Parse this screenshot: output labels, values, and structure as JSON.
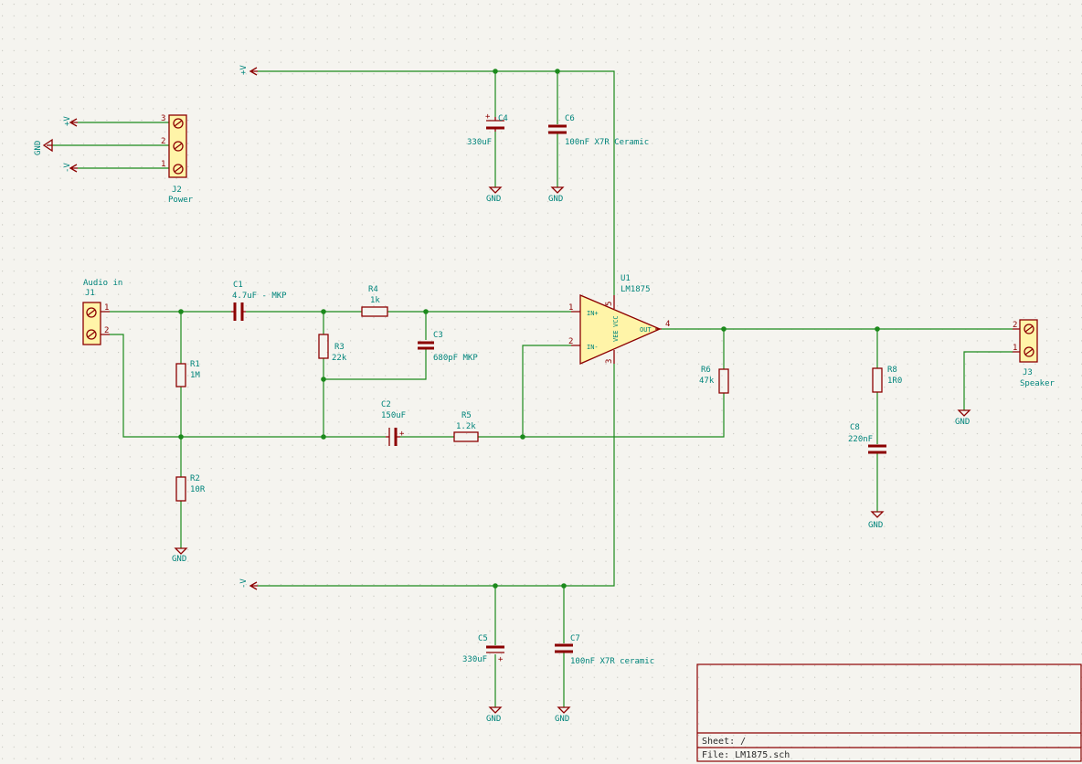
{
  "schematic": {
    "components": {
      "J1": {
        "ref": "J1",
        "value": "Audio in",
        "pin1": "1",
        "pin2": "2"
      },
      "J2": {
        "ref": "J2",
        "value": "Power",
        "pin1": "1",
        "pin2": "2",
        "pin3": "3"
      },
      "J3": {
        "ref": "J3",
        "value": "Speaker",
        "pin1": "1",
        "pin2": "2"
      },
      "U1": {
        "ref": "U1",
        "value": "LM1875",
        "in_plus": "IN+",
        "in_minus": "IN-",
        "out": "OUT",
        "vcc": "VCC",
        "vee": "VEE",
        "pin1": "1",
        "pin2": "2",
        "pin3": "3",
        "pin4": "4",
        "pin5": "5"
      },
      "C1": {
        "ref": "C1",
        "value": "4.7uF - MKP"
      },
      "C2": {
        "ref": "C2",
        "value": "150uF"
      },
      "C3": {
        "ref": "C3",
        "value": "680pF MKP"
      },
      "C4": {
        "ref": "C4",
        "value": "330uF"
      },
      "C5": {
        "ref": "C5",
        "value": "330uF"
      },
      "C6": {
        "ref": "C6",
        "value": "100nF X7R Ceramic"
      },
      "C7": {
        "ref": "C7",
        "value": "100nF X7R ceramic"
      },
      "C8": {
        "ref": "C8",
        "value": "220nF"
      },
      "R1": {
        "ref": "R1",
        "value": "1M"
      },
      "R2": {
        "ref": "R2",
        "value": "10R"
      },
      "R3": {
        "ref": "R3",
        "value": "22k"
      },
      "R4": {
        "ref": "R4",
        "value": "1k"
      },
      "R5": {
        "ref": "R5",
        "value": "1.2k"
      },
      "R6": {
        "ref": "R6",
        "value": "47k"
      },
      "R8": {
        "ref": "R8",
        "value": "1R0"
      }
    },
    "nets": {
      "gnd": "GND",
      "vpos": "+V",
      "vneg": "-V"
    },
    "polarity_mark": "+",
    "title_block": {
      "sheet_label": "Sheet: /",
      "file_label": "File: LM1875.sch"
    }
  },
  "colors": {
    "background": "#f5f4ef",
    "wire": "#1c8a1c",
    "component": "#8c0000",
    "label": "#00847b",
    "grid": "#c8c8c0"
  }
}
